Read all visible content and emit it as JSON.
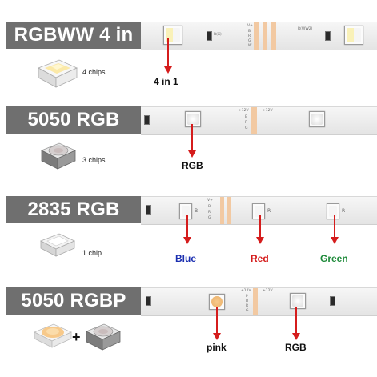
{
  "sections": [
    {
      "label": "RGBWW 4 in 1",
      "chip_count": "4 chips",
      "callouts": [
        {
          "text": "4 in 1",
          "color": "#111111"
        }
      ]
    },
    {
      "label": "5050 RGB",
      "chip_count": "3 chips",
      "callouts": [
        {
          "text": "RGB",
          "color": "#111111"
        }
      ]
    },
    {
      "label": "2835 RGB",
      "chip_count": "1 chip",
      "callouts": [
        {
          "text": "Blue",
          "color": "#1b2fb0"
        },
        {
          "text": "Red",
          "color": "#d51c1c"
        },
        {
          "text": "Green",
          "color": "#1e8a3a"
        }
      ]
    },
    {
      "label": "5050 RGBP",
      "plus": "+",
      "callouts": [
        {
          "text": "pink",
          "color": "#111111"
        },
        {
          "text": "RGB",
          "color": "#111111"
        }
      ]
    }
  ],
  "strip_marks": {
    "s1_left": "R(X)",
    "s1_right": "R(WW2)",
    "s1_pads": [
      "V+",
      "B",
      "R",
      "G",
      "W"
    ],
    "s2_pads": [
      "+12V",
      "B",
      "R",
      "G"
    ],
    "s3_pads": [
      "V+",
      "B",
      "R",
      "G"
    ],
    "s3_letters": [
      "B",
      "R",
      "R"
    ],
    "s4_pads": [
      "+12V",
      "P",
      "B",
      "R",
      "G"
    ]
  },
  "colors": {
    "label_bg": "#6f6f6f",
    "arrow": "#d51c1c",
    "copper": "#f2c9a2",
    "warm_led": "#f7c98a"
  },
  "icons": [
    "smd-chip-4in1-icon",
    "smd-chip-5050-icon",
    "smd-chip-2835-icon",
    "warm-led-icon"
  ]
}
